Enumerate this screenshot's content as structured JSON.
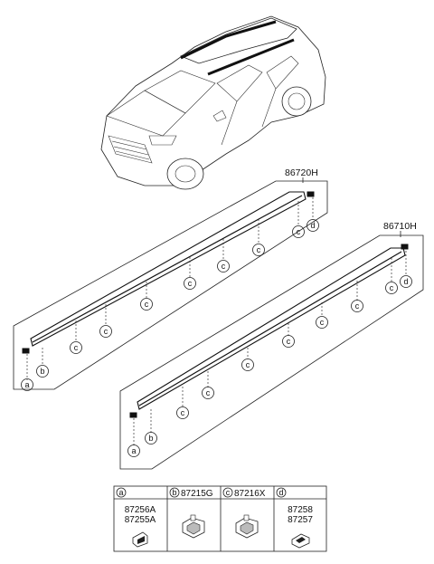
{
  "parts": {
    "assembly_lh": "86720H",
    "assembly_rh": "86710H"
  },
  "callouts": {
    "a": "a",
    "b": "b",
    "c": "c",
    "d": "d"
  },
  "legend_table": {
    "cells": [
      {
        "letter": "a",
        "part_number": "",
        "part_lines": [
          "87256A",
          "87255A"
        ]
      },
      {
        "letter": "b",
        "part_number": "87215G",
        "part_lines": []
      },
      {
        "letter": "c",
        "part_number": "87216X",
        "part_lines": []
      },
      {
        "letter": "d",
        "part_number": "",
        "part_lines": [
          "87258",
          "87257"
        ]
      }
    ]
  },
  "icons": {
    "vehicle": "suv-illustration-icon",
    "roof_rail": "roof-rail-icon",
    "end_cap": "end-cap-icon",
    "clip": "clip-icon"
  }
}
